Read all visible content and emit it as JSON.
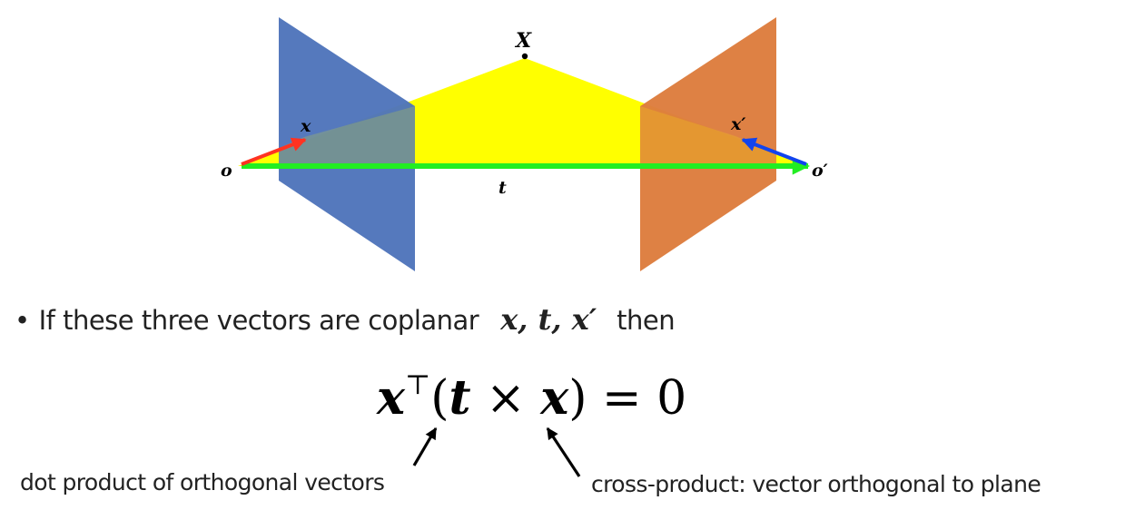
{
  "diagram": {
    "labels": {
      "X": "X",
      "x": "x",
      "x_prime": "x′",
      "o": "o",
      "o_prime": "o′",
      "t": "t"
    },
    "colors": {
      "left_plane": "#4f75bb",
      "right_plane": "#dd7d3e",
      "epipolar_plane": "#ffff00",
      "baseline_arrow": "#22ee22",
      "x_arrow": "#ff3322",
      "x_prime_arrow": "#1144ee"
    }
  },
  "text": {
    "bullet": "•",
    "statement_prefix": "If these three vectors are coplanar",
    "statement_vectors": "x, t, x′",
    "statement_suffix": "then",
    "equation": {
      "x1": "x",
      "transpose": "⊤",
      "open": "(",
      "t": "t",
      "times": " × ",
      "x2": "x",
      "close": ")",
      "rhs": " = 0"
    },
    "caption_left": "dot product of orthogonal vectors",
    "caption_right": "cross-product: vector orthogonal to plane"
  }
}
